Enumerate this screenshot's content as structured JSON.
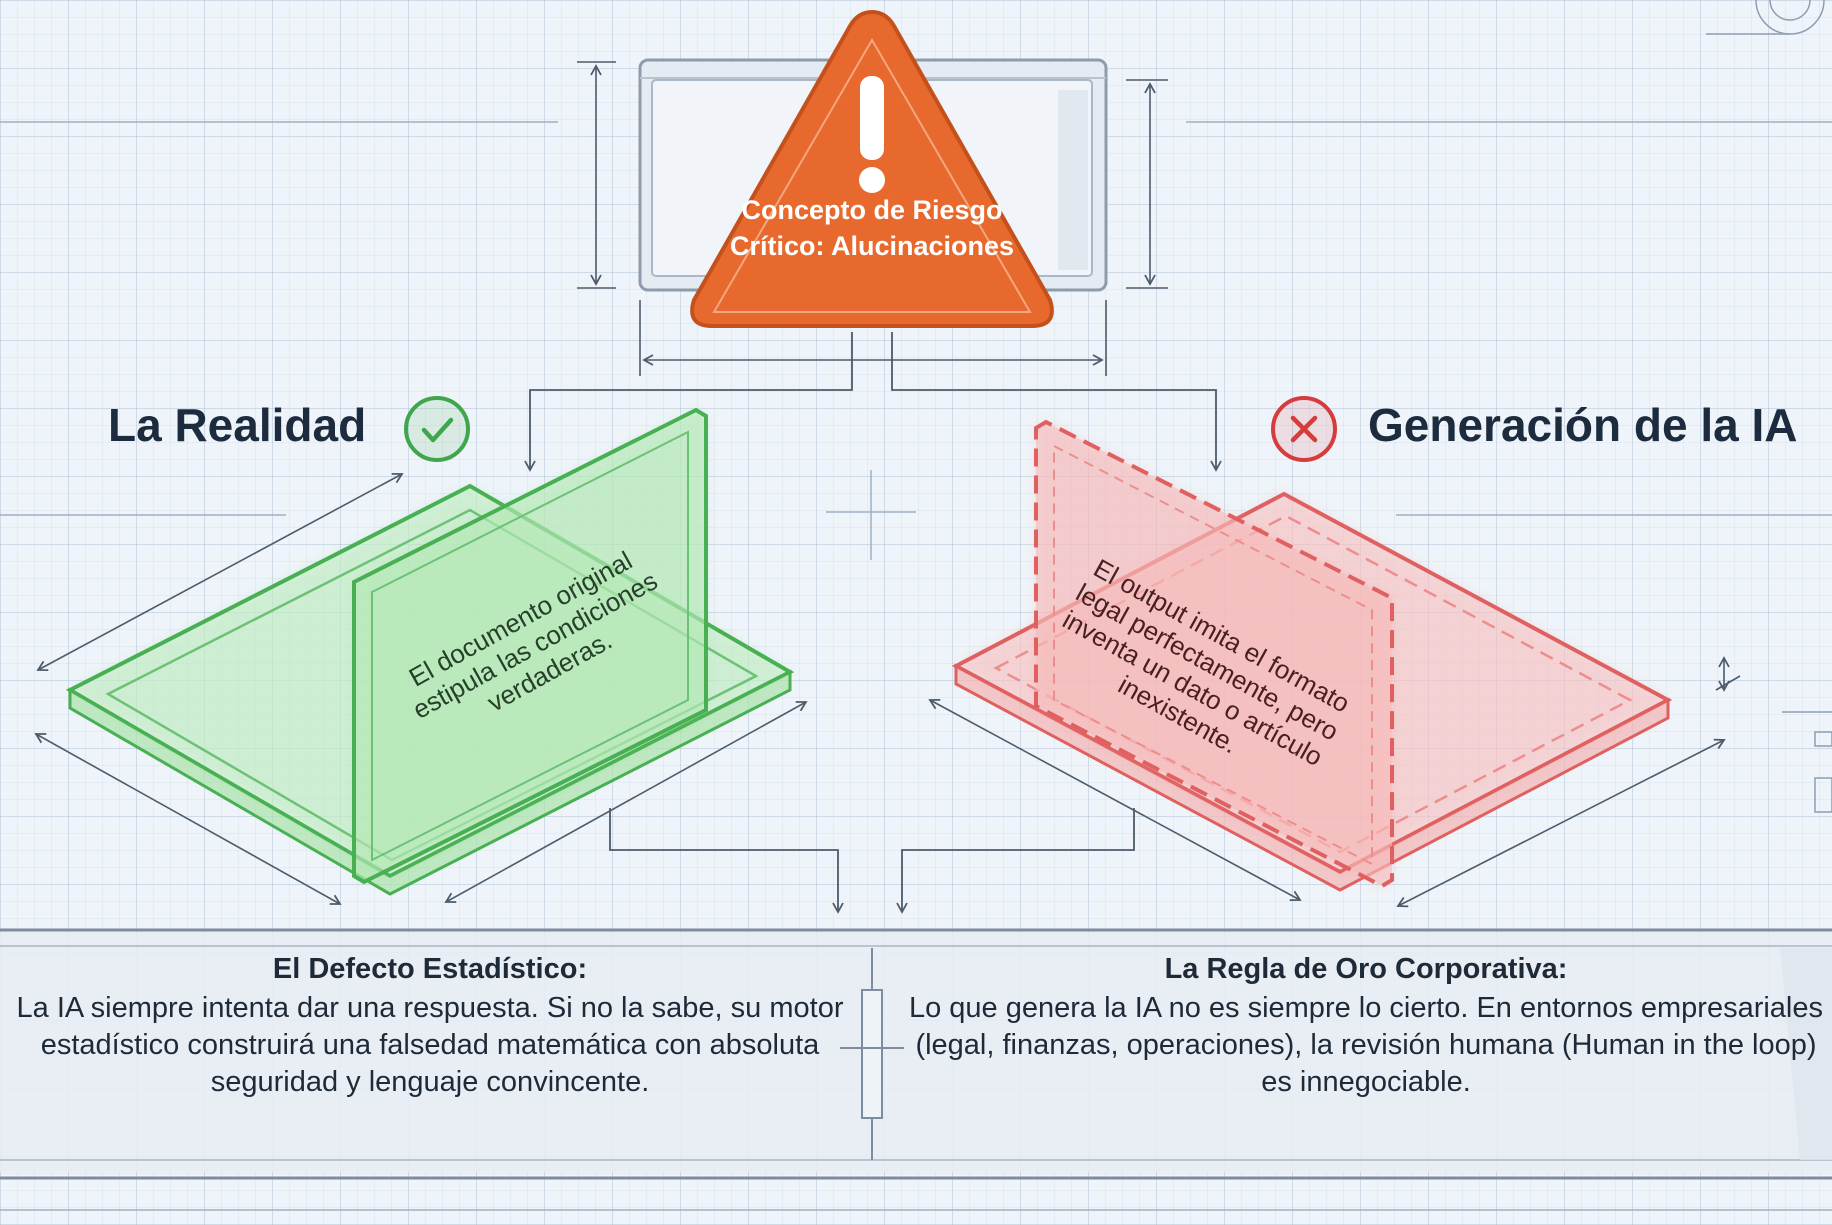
{
  "warning": {
    "title": "Concepto de Riesgo Crítico: Alucinaciones",
    "icon": "exclamation-icon",
    "color": "#e86a2c"
  },
  "left": {
    "heading": "La Realidad",
    "badge_icon": "check-circle-icon",
    "panel_text": "El documento original estipula las condiciones verdaderas.",
    "color": "#5fc46a"
  },
  "right": {
    "heading": "Generación de la IA",
    "badge_icon": "x-circle-icon",
    "panel_text": "El output imita el formato legal perfectamente, pero inventa un dato o artículo inexistente.",
    "color": "#ea6a6a"
  },
  "bottom": {
    "left": {
      "heading": "El Defecto Estadístico:",
      "body": "La IA siempre intenta dar una respuesta. Si no la sabe, su motor estadístico construirá una falsedad matemática con absoluta seguridad y lenguaje convincente."
    },
    "right": {
      "heading": "La Regla de Oro Corporativa:",
      "body": "Lo que genera la IA no es siempre lo cierto. En entornos empresariales (legal, finanzas, operaciones), la revisión humana (Human in the loop) es innegociable."
    }
  }
}
